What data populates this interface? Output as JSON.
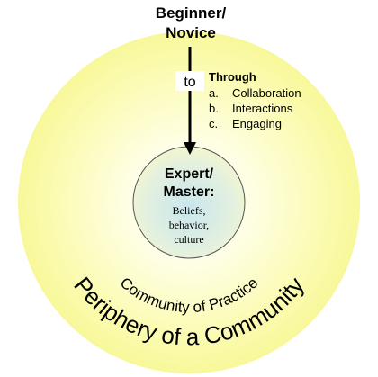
{
  "start_label_line1": "Beginner/",
  "start_label_line2": "Novice",
  "arrow_label": "to",
  "methods": {
    "heading": "Through",
    "items": [
      {
        "marker": "a.",
        "text": "Collaboration"
      },
      {
        "marker": "b.",
        "text": "Interactions"
      },
      {
        "marker": "c.",
        "text": "Engaging"
      }
    ]
  },
  "center": {
    "title_line1": "Expert/",
    "title_line2": "Master:",
    "details": [
      "Beliefs,",
      "behavior,",
      "culture"
    ]
  },
  "inner_ring_label": "Community of Practice",
  "outer_ring_label": "Periphery of a Community",
  "colors": {
    "outer_fill": "#fbfba0",
    "center_fill": "#d6ecef",
    "text": "#000000"
  }
}
